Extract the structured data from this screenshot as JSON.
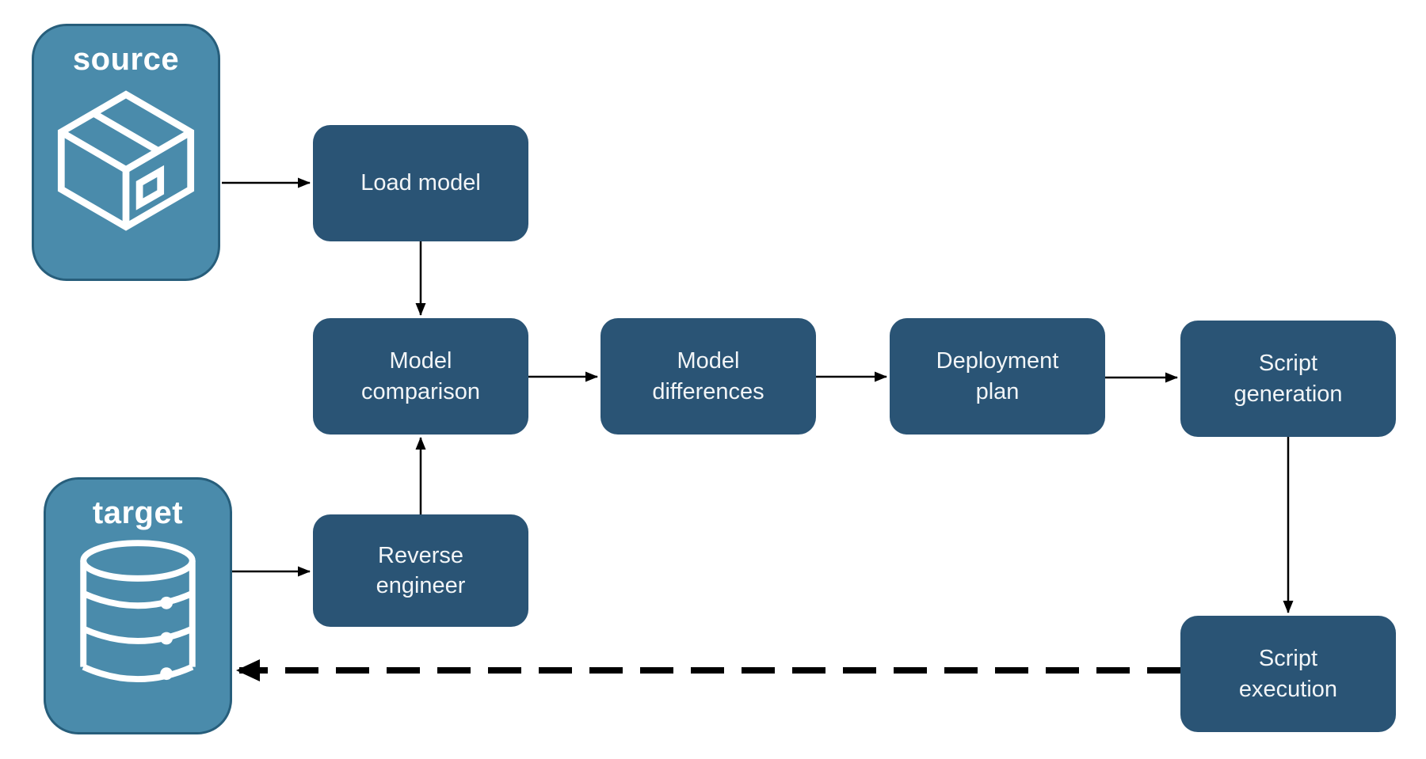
{
  "diagram": {
    "colors": {
      "container-fill": "#4A8BAB",
      "container-border": "#275E7B",
      "node-fill": "#2A5475",
      "node-text": "#F2F5F7",
      "container-text": "#FFFFFF",
      "arrow": "#000000",
      "background": "#FFFFFF"
    },
    "nodes": {
      "source": {
        "label": "source",
        "icon": "package-icon"
      },
      "target": {
        "label": "target",
        "icon": "database-icon"
      },
      "load_model": {
        "label": "Load model"
      },
      "model_comparison": {
        "label": "Model\ncomparison"
      },
      "model_differences": {
        "label": "Model\ndifferences"
      },
      "deployment_plan": {
        "label": "Deployment\nplan"
      },
      "script_generation": {
        "label": "Script\ngeneration"
      },
      "reverse_engineer": {
        "label": "Reverse\nengineer"
      },
      "script_execution": {
        "label": "Script\nexecution"
      }
    },
    "edges": [
      {
        "from": "source",
        "to": "load_model",
        "style": "solid"
      },
      {
        "from": "load_model",
        "to": "model_comparison",
        "style": "solid"
      },
      {
        "from": "model_comparison",
        "to": "model_differences",
        "style": "solid"
      },
      {
        "from": "model_differences",
        "to": "deployment_plan",
        "style": "solid"
      },
      {
        "from": "deployment_plan",
        "to": "script_generation",
        "style": "solid"
      },
      {
        "from": "script_generation",
        "to": "script_execution",
        "style": "solid"
      },
      {
        "from": "target",
        "to": "reverse_engineer",
        "style": "solid"
      },
      {
        "from": "reverse_engineer",
        "to": "model_comparison",
        "style": "solid"
      },
      {
        "from": "script_execution",
        "to": "target",
        "style": "dashed"
      }
    ]
  }
}
